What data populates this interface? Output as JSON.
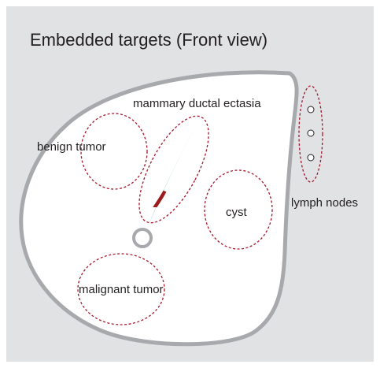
{
  "title": "Embedded targets (Front view)",
  "labels": {
    "ductal": "mammary ductal ectasia",
    "benign": "benign tumor",
    "cyst": "cyst",
    "malignant": "malignant tumor",
    "lymph": "lymph nodes"
  },
  "colors": {
    "background": "#e1e2e4",
    "breast_fill": "#ffffff",
    "breast_outline": "#a7a9ac",
    "dashed_outline": "#a5162a",
    "duct": "#7fd3c6",
    "duct_lesion": "#9e1b1b",
    "nipple": "#a7a9ac",
    "node_outline": "#231f20"
  }
}
